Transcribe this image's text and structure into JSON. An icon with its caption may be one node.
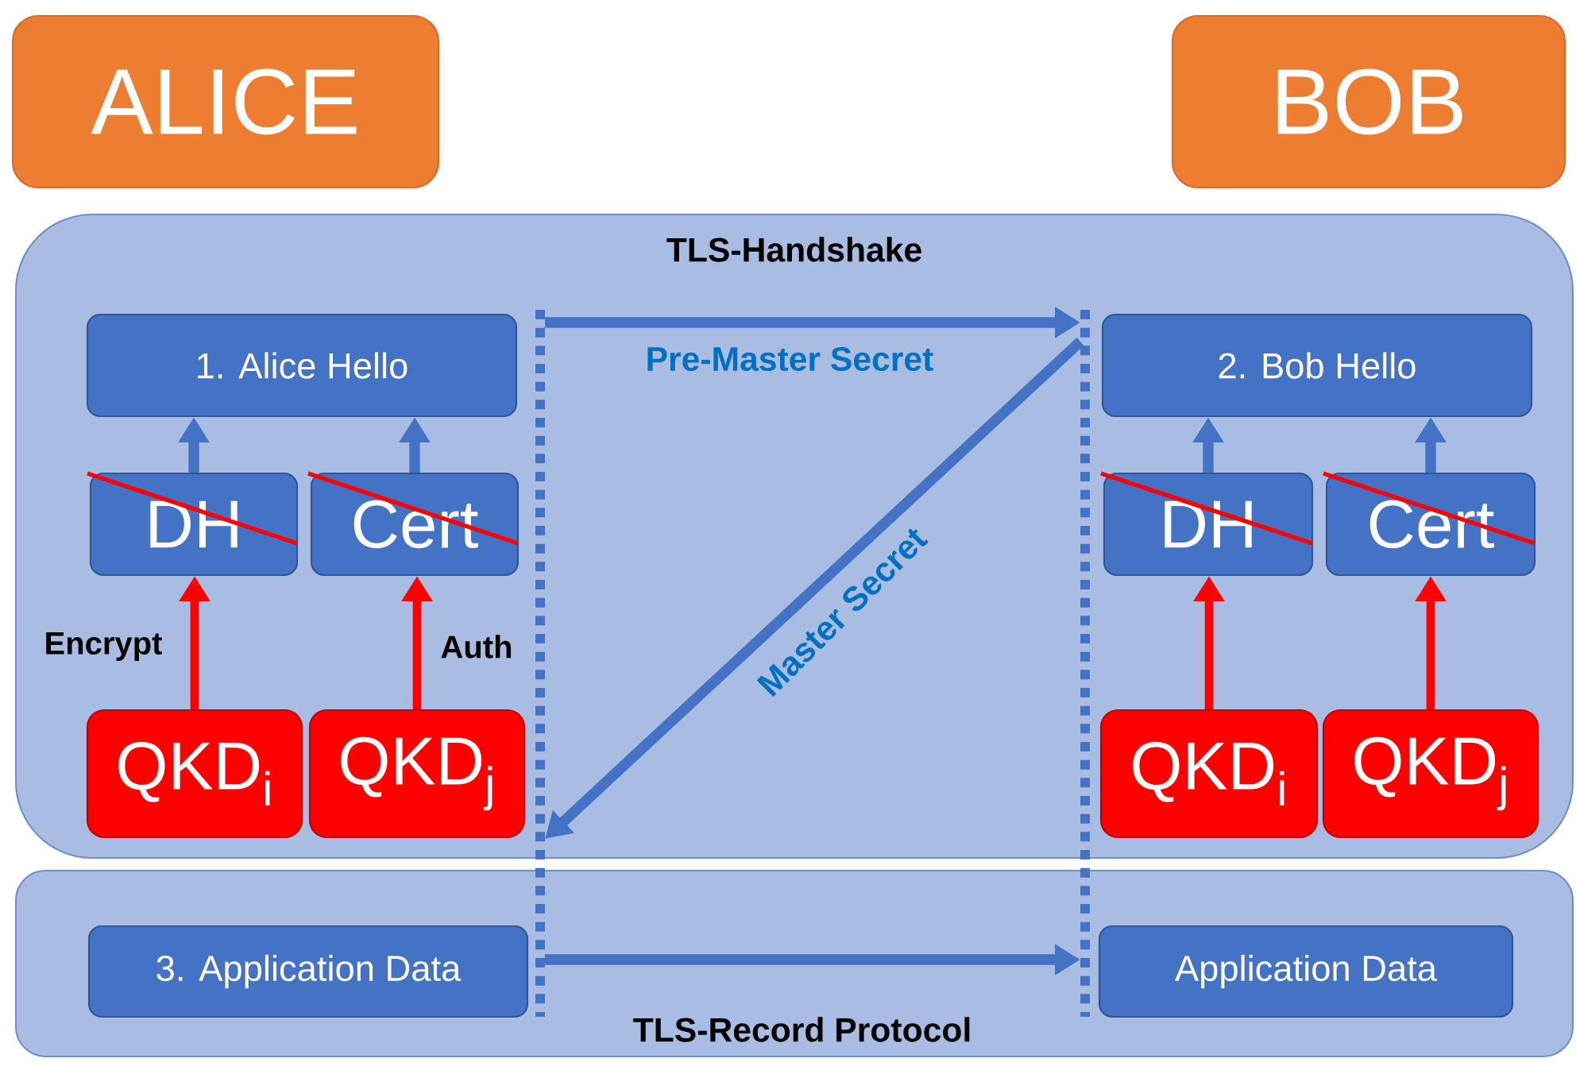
{
  "diagram": {
    "nodes": [
      {
        "text": [
          "ALICE"
        ]
      },
      {
        "text": [
          "BOB"
        ]
      },
      {
        "text": [
          "TLS-Handshake"
        ]
      },
      {
        "text": [
          "1. Alice Hello"
        ],
        "in": 2
      },
      {
        "text": [
          "DH"
        ],
        "in": 2
      },
      {
        "text": [
          "Cert"
        ],
        "in": 2
      },
      {
        "text": [
          "QKD$_{i}$"
        ],
        "in": 2
      },
      {
        "text": [
          "QKD$_{j}$"
        ],
        "in": 2
      },
      {
        "text": [
          "2. Bob Hello"
        ],
        "in": 2
      },
      {
        "text": [
          "DH"
        ],
        "in": 2
      },
      {
        "text": [
          "Cert"
        ],
        "in": 2
      },
      {
        "text": [
          "QKD$_{i}$"
        ],
        "in": 2
      },
      {
        "text": [
          "QKD$_{j}$"
        ],
        "in": 2
      },
      {
        "text": [
          "TLS-Record Protocol"
        ]
      },
      {
        "text": [
          "3. Application Data"
        ],
        "in": 13
      },
      {
        "text": [
          "Application Data"
        ],
        "in": 13
      },
      {
        "text": [],
        "shape": "line"
      },
      {
        "text": [],
        "shape": "line"
      }
    ],
    "edges": [
      {
        "from": 4,
        "to": 3,
        "arrow": "to"
      },
      {
        "from": 5,
        "to": 3,
        "arrow": "to"
      },
      {
        "from": 6,
        "to": 4,
        "arrow": "to",
        "label": "Encrypt",
        "color": "#ff0000"
      },
      {
        "from": 7,
        "to": 5,
        "arrow": "to",
        "label": "Auth",
        "color": "#ff0000"
      },
      {
        "from": 9,
        "to": 8,
        "arrow": "to"
      },
      {
        "from": 10,
        "to": 8,
        "arrow": "to"
      },
      {
        "from": 11,
        "to": 9,
        "arrow": "to",
        "color": "#ff0000"
      },
      {
        "from": 12,
        "to": 10,
        "arrow": "to",
        "color": "#ff0000"
      },
      {
        "from": 16,
        "to": 17,
        "arrow": "to",
        "label": "Pre-Master Secret"
      },
      {
        "from": 17,
        "to": 16,
        "arrow": "to",
        "label": "Master Secret"
      },
      {
        "from": 16,
        "to": 17,
        "arrow": "to"
      }
    ]
  }
}
